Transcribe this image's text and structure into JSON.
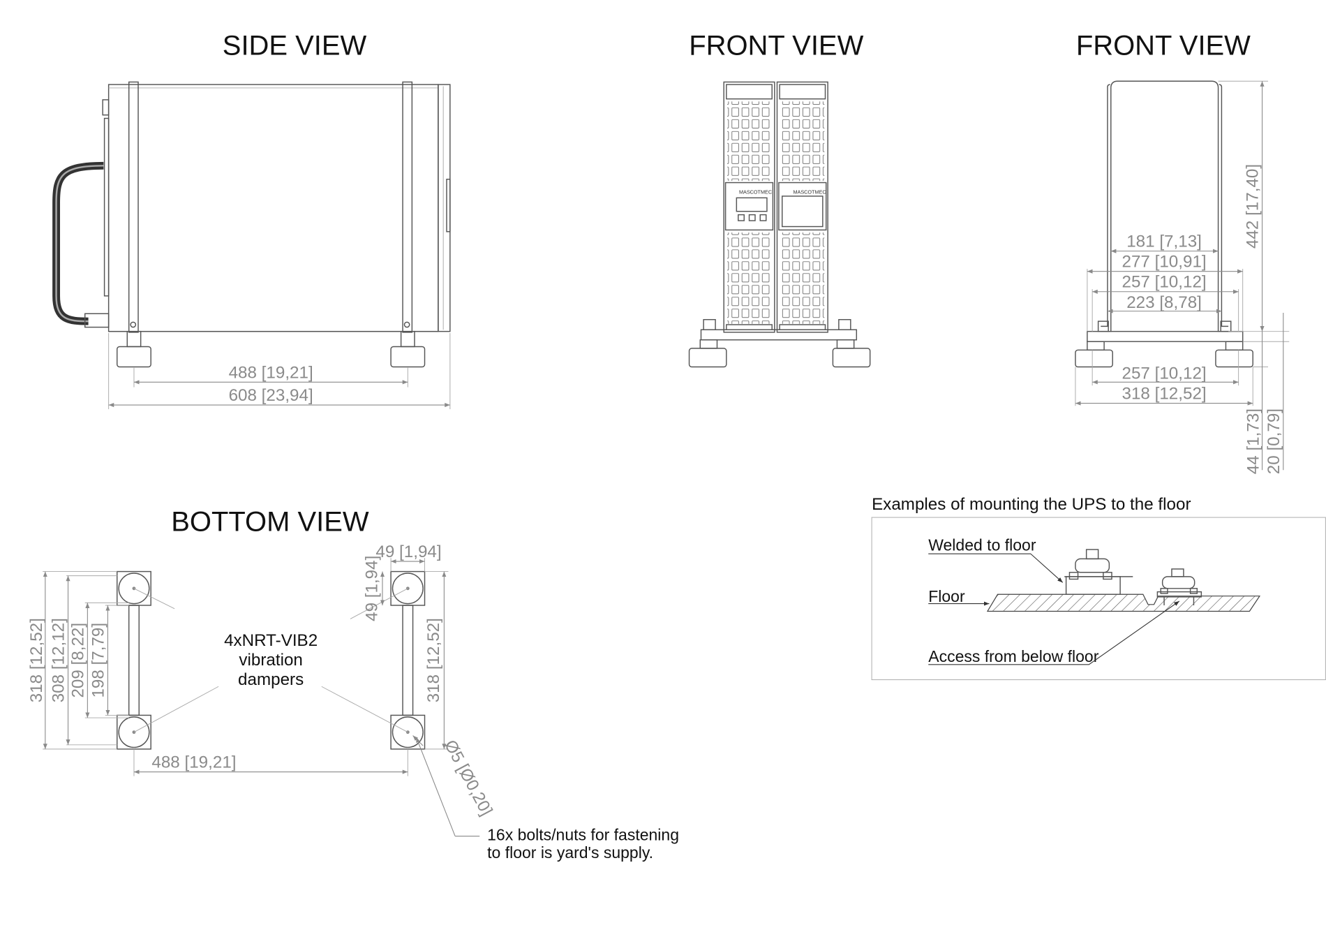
{
  "titles": {
    "side_view": "SIDE VIEW",
    "front_view_left": "FRONT VIEW",
    "front_view_right": "FRONT VIEW",
    "bottom_view": "BOTTOM VIEW"
  },
  "brand_label": "MASCOTMEC",
  "side_dims": {
    "d488": "488 [19,21]",
    "d608": "608 [23,94]"
  },
  "front_dims": {
    "d181": "181 [7,13]",
    "d277": "277 [10,91]",
    "d257_top": "257 [10,12]",
    "d223": "223 [8,78]",
    "d257_bottom": "257 [10,12]",
    "d318": "318 [12,52]",
    "d442": "442 [17,40]",
    "d44": "44 [1,73]",
    "d20": "20 [0,79]"
  },
  "bottom_dims": {
    "d318_left": "318 [12,52]",
    "d308": "308 [12,12]",
    "d209": "209 [8,22]",
    "d198": "198 [7,79]",
    "d49_h": "49 [1,94]",
    "d49_v": "49 [1,94]",
    "d318_right": "318 [12,52]",
    "d488": "488 [19,21]",
    "d5": "Ø5 [Ø0,20]"
  },
  "dampers_note": {
    "line1": "4xNRT-VIB2",
    "line2": "vibration",
    "line3": "dampers"
  },
  "bolts_note": {
    "line1": "16x bolts/nuts for fastening",
    "line2": "to floor is yard's supply."
  },
  "mounting": {
    "title": "Examples of mounting the UPS to the floor",
    "welded": "Welded to floor",
    "floor": "Floor",
    "access": "Access from below floor"
  }
}
